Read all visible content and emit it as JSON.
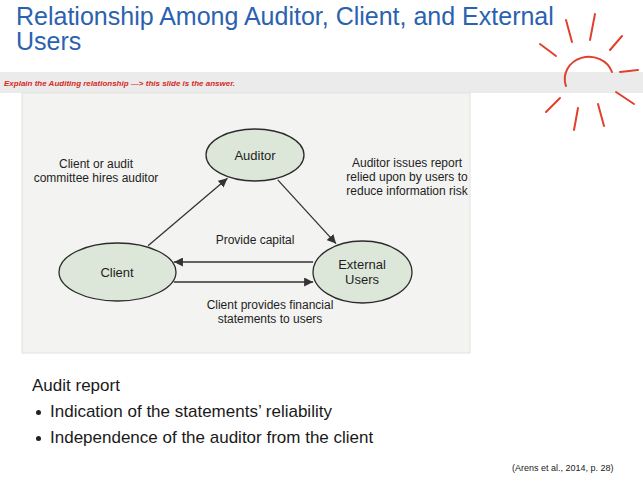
{
  "diagram": {
    "title": "Relationship Among Auditor, Client, and External Users",
    "nodes": [
      {
        "text": [
          "Auditor"
        ]
      },
      {
        "text": [
          "Client"
        ]
      },
      {
        "text": [
          "External Users"
        ]
      }
    ],
    "edges": [
      {
        "from": 1,
        "to": 0,
        "arrow": "to",
        "label": "Client or audit committee hires auditor"
      },
      {
        "from": 0,
        "to": 2,
        "arrow": "to",
        "label": "Auditor issues report relied upon by users to reduce information risk"
      },
      {
        "from": 2,
        "to": 1,
        "arrow": "to",
        "label": "Provide capital"
      },
      {
        "from": 1,
        "to": 2,
        "arrow": "to",
        "label": "Client provides financial statements to users"
      }
    ],
    "labels": [
      "Explain the Auditing relationship —> this slide is the answer.",
      "Audit report",
      "Indication of the statements’ reliability",
      "Independence of the auditor from the client",
      "(Arens et al., 2014, p. 28)"
    ]
  }
}
